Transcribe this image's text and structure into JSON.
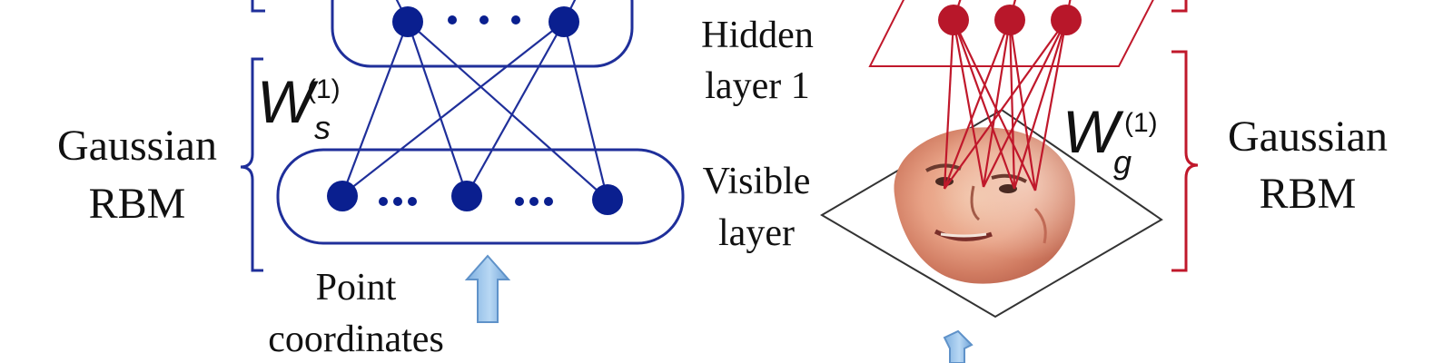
{
  "colors": {
    "left_network": "#1f2f9a",
    "left_node": "#0a1f8f",
    "right_network": "#c0182b",
    "right_node": "#b8172a",
    "arrow_fill": "#90bde6",
    "arrow_stroke": "#5f92c9",
    "plane": "#333333"
  },
  "icons": {
    "left_arrow": "up-arrow-icon",
    "right_arrow": "up-arrow-icon",
    "face": "face-image-icon"
  },
  "left": {
    "weight_main": "W",
    "weight_subscript": "s",
    "weight_superscript": "(1)",
    "rbm_label_line1": "Gaussian",
    "rbm_label_line2": "RBM",
    "input_label_line1": "Point",
    "input_label_line2": "coordinates"
  },
  "middle": {
    "hidden_label_line1": "Hidden",
    "hidden_label_line2": "layer 1",
    "visible_label_line1": "Visible",
    "visible_label_line2": "layer"
  },
  "right": {
    "weight_main": "W",
    "weight_subscript": "g",
    "weight_superscript": "(1)",
    "rbm_label_line1": "Gaussian",
    "rbm_label_line2": "RBM"
  }
}
